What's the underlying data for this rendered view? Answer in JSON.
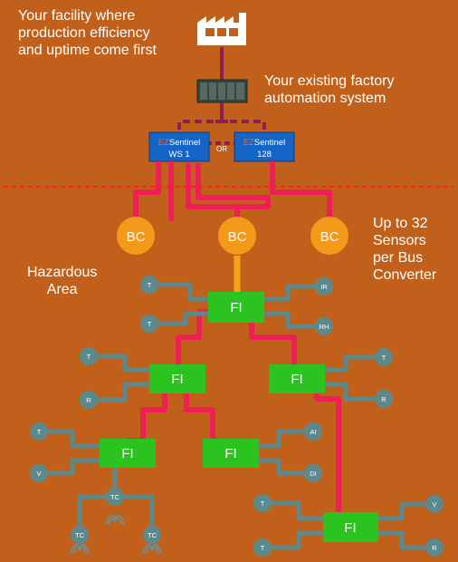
{
  "top_text": {
    "facility": "Your facility where\nproduction efficiency\nand uptime come first",
    "automation": "Your existing factory\nautomation system"
  },
  "controllers": {
    "left": {
      "brand_prefix": "EZ",
      "brand_name": "Sentinel",
      "model": "WS 1"
    },
    "or_label": "OR",
    "right": {
      "brand_prefix": "EZ",
      "brand_name": "Sentinel",
      "model": "128"
    }
  },
  "hazardous_label": "Hazardous\nArea",
  "bus_converter_label": "Up to 32\nSensors\nper Bus\nConverter",
  "bus_converters": [
    "BC",
    "BC",
    "BC"
  ],
  "field_interfaces": [
    "FI",
    "FI",
    "FI",
    "FI",
    "FI",
    "FI"
  ],
  "sensors": {
    "fi1_left": [
      "T",
      "T"
    ],
    "fi1_right": [
      "IR",
      "RH"
    ],
    "fi2_left": [
      "T",
      "R"
    ],
    "fi3_right": [
      "T",
      "R"
    ],
    "fi4_left": [
      "T",
      "V"
    ],
    "fi4_tc": [
      "TC",
      "TC",
      "TC"
    ],
    "fi5_right": [
      "AI",
      "DI"
    ],
    "fi6_left": [
      "T",
      "T"
    ],
    "fi6_right": [
      "V",
      "R"
    ]
  },
  "colors": {
    "background": "#c0601b",
    "bus_converter": "#f39a1a",
    "field_interface": "#2bc31f",
    "sensor": "#5b8a8e",
    "sensor_wire": "#5b8a8e",
    "bus_line": "#ee1f55",
    "trunk_line": "#f7a21b",
    "network_line": "#8e1f50",
    "dashed_divider": "#ff2020",
    "controller": "#1565c6",
    "ez_accent": "#ff6b1a"
  },
  "icons": [
    "factory-icon",
    "automation-rack-icon",
    "thermocouple-icon"
  ]
}
